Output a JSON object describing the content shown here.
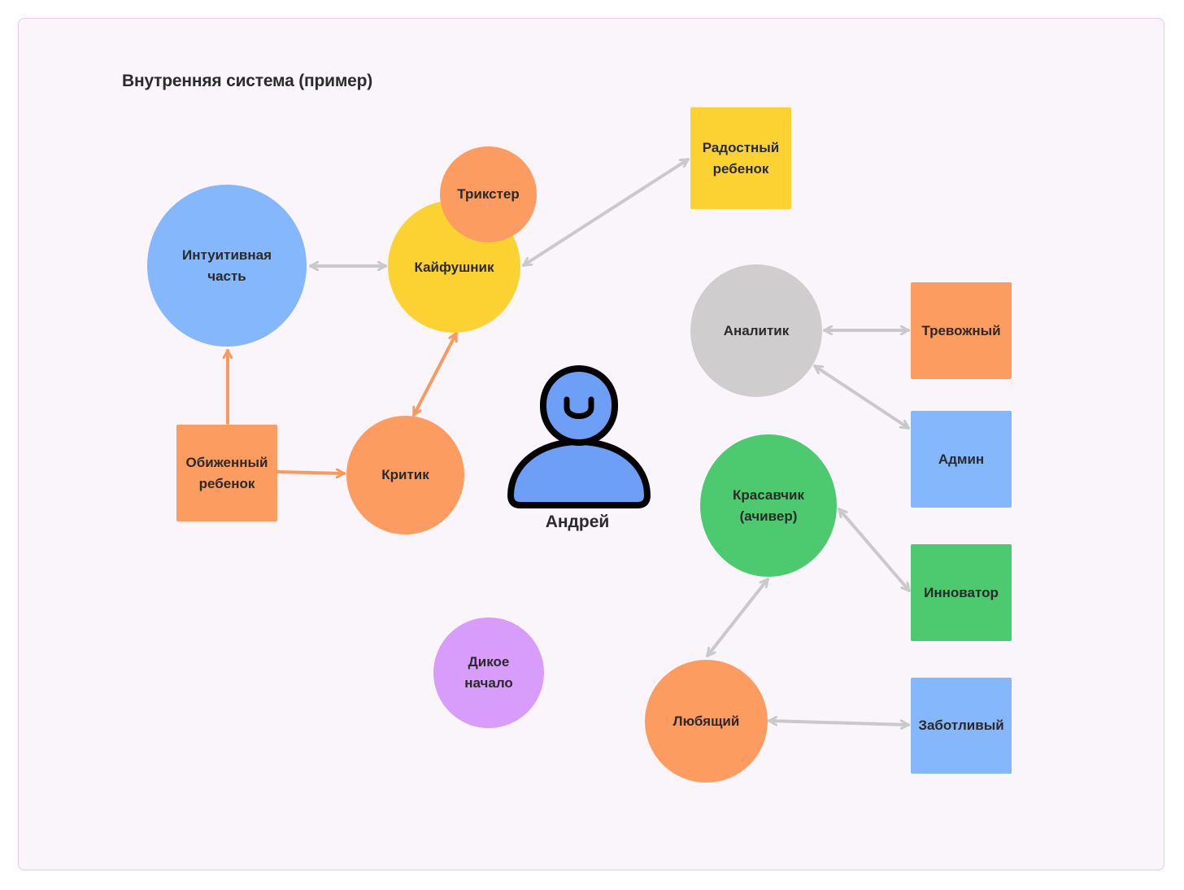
{
  "title": "Внутренняя система (пример)",
  "colors": {
    "blue": "#84b7fb",
    "yellow": "#fcd233",
    "orange": "#fd9c61",
    "gray": "#cfcdce",
    "green": "#4dc96f",
    "purple": "#d89cfa",
    "person_fill": "#6c9ff5",
    "link_gray": "#c9c9c9",
    "link_orange": "#f89a5f"
  },
  "person": {
    "label": "Андрей",
    "icon": "person-icon"
  },
  "nodes": {
    "intuitive": "Интуитивная\nчасть",
    "kayfushnik": "Кайфушник",
    "trickster": "Трикстер",
    "joyful_child": "Радостный\nребенок",
    "analyst": "Аналитик",
    "anxious": "Тревожный",
    "admin": "Админ",
    "handsome": "Красавчик\n(ачивер)",
    "innovator": "Инноватор",
    "loving": "Любящий",
    "caring": "Заботливый",
    "offended_child": "Обиженный\nребенок",
    "critic": "Критик",
    "wild": "Дикое\nначало"
  }
}
